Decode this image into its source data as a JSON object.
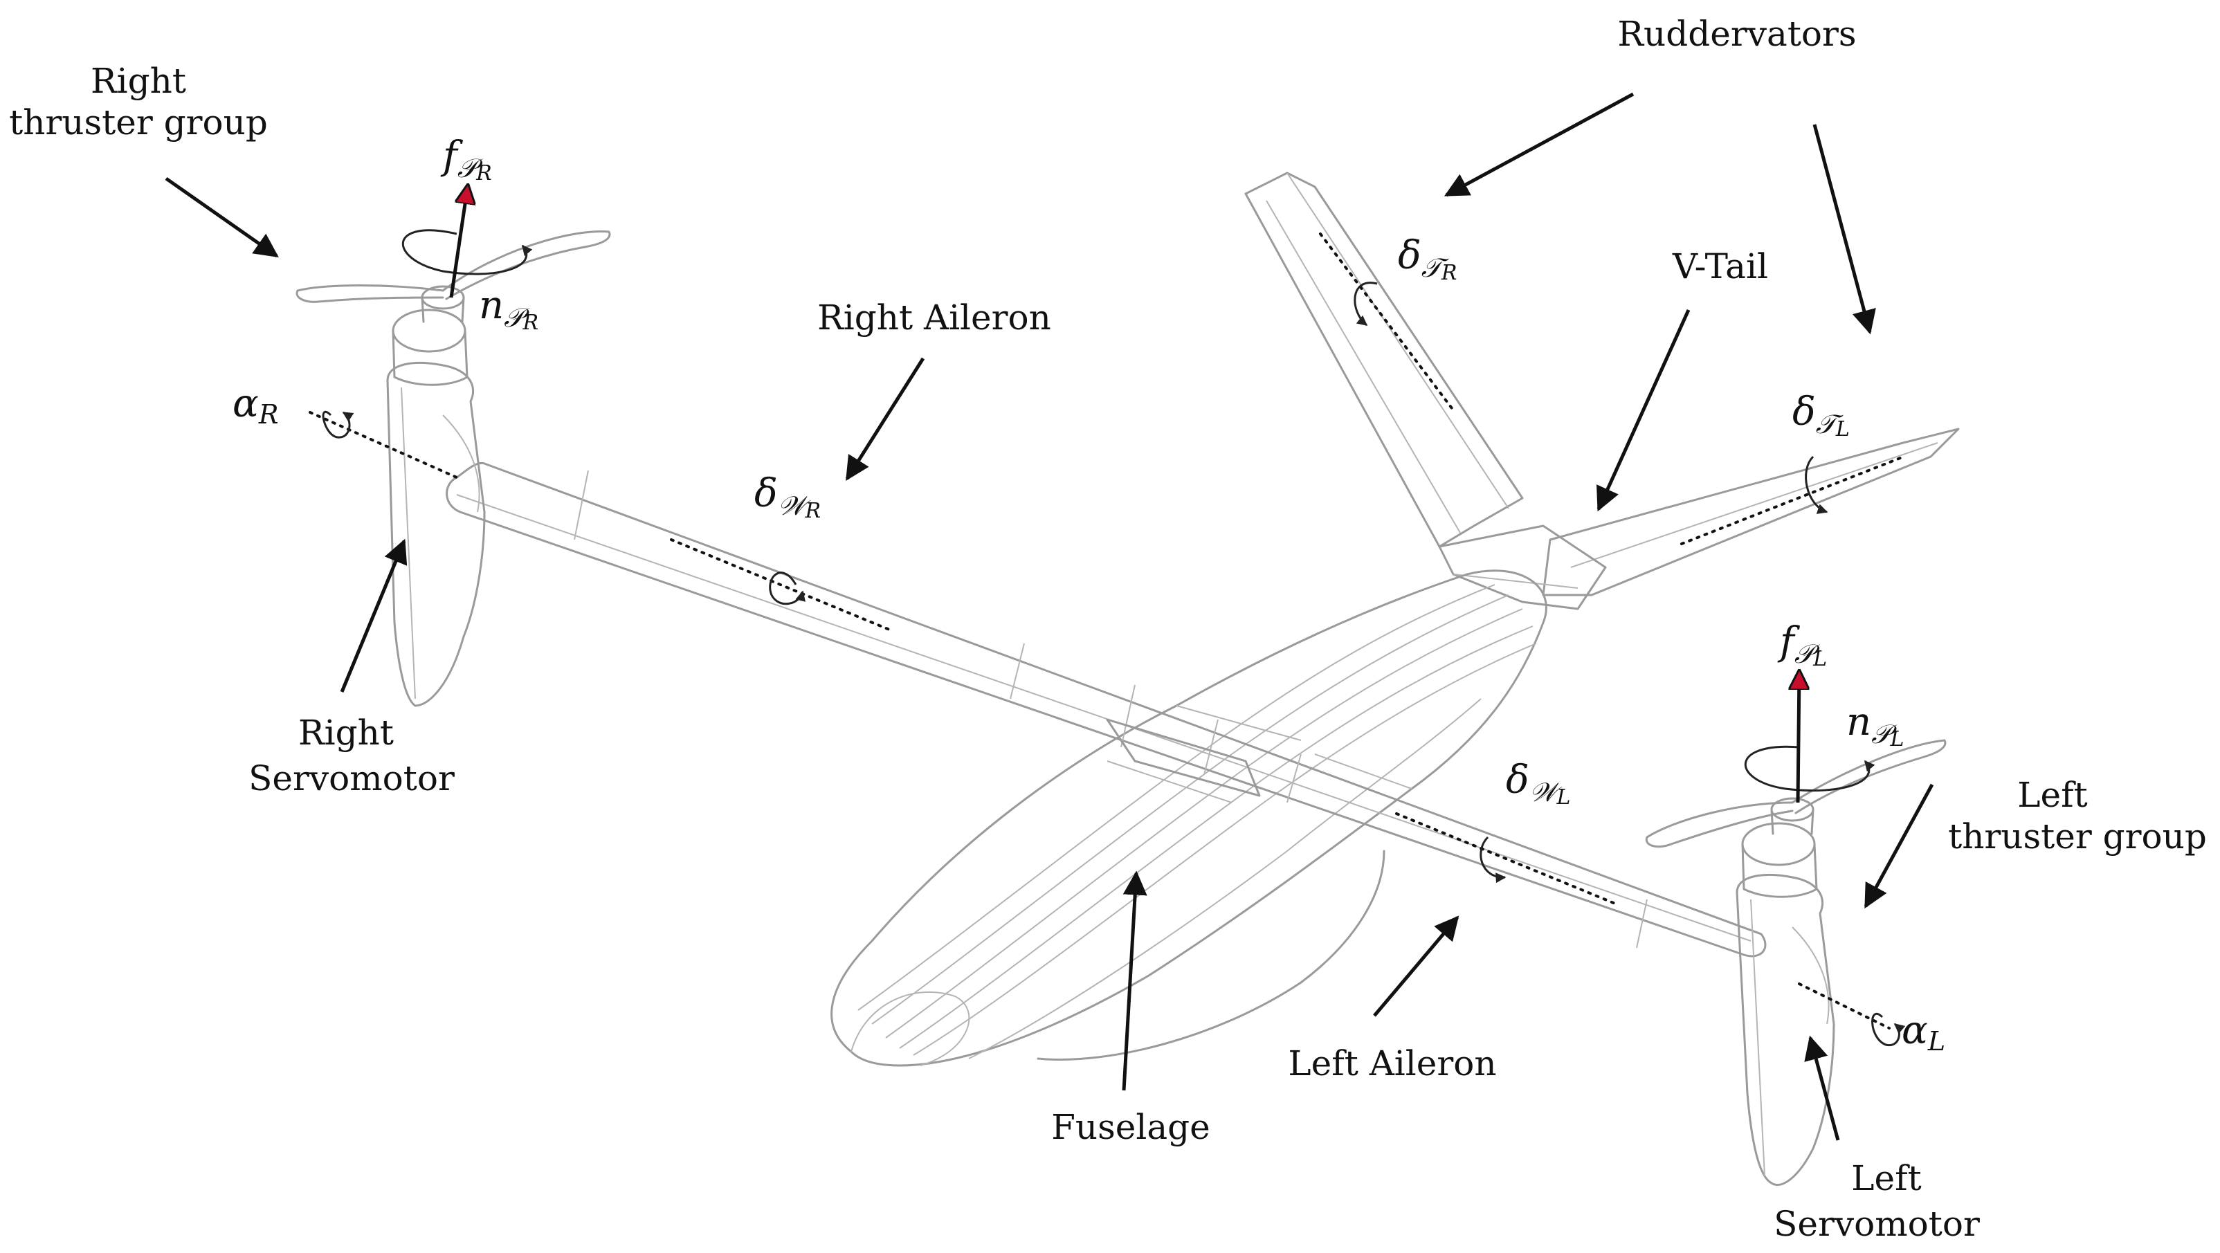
{
  "labels": {
    "right_thruster_line1": "Right",
    "right_thruster_line2": "thruster group",
    "ruddervators": "Ruddervators",
    "v_tail": "V-Tail",
    "right_aileron": "Right Aileron",
    "right_servo_line1": "Right",
    "right_servo_line2": "Servomotor",
    "left_thruster_line1": "Left",
    "left_thruster_line2": "thruster group",
    "left_aileron": "Left Aileron",
    "fuselage": "Fuselage",
    "left_servo_line1": "Left",
    "left_servo_line2": "Servomotor"
  },
  "symbols": {
    "f_pr": {
      "main": "f",
      "sub": "𝒫",
      "subsub": "R"
    },
    "n_pr": {
      "main": "n",
      "sub": "𝒫",
      "subsub": "R"
    },
    "alpha_r": {
      "main": "α",
      "sub": "R"
    },
    "delta_tr": {
      "main": "δ",
      "sub": "𝒯",
      "subsub": "R"
    },
    "delta_tl": {
      "main": "δ",
      "sub": "𝒯",
      "subsub": "L"
    },
    "delta_wr": {
      "main": "δ",
      "sub": "𝒲",
      "subsub": "R"
    },
    "delta_wl": {
      "main": "δ",
      "sub": "𝒲",
      "subsub": "L"
    },
    "f_pl": {
      "main": "f",
      "sub": "𝒫",
      "subsub": "L"
    },
    "n_pl": {
      "main": "n",
      "sub": "𝒫",
      "subsub": "L"
    },
    "alpha_l": {
      "main": "α",
      "sub": "L"
    }
  },
  "colors": {
    "thrust_arrow_tip": "#c8102e",
    "outline": "#9a9a9a",
    "annotation": "#111111"
  }
}
